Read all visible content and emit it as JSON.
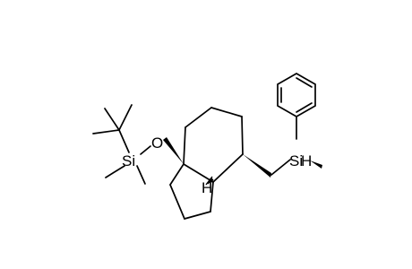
{
  "molecule": {
    "atoms": {
      "oxygen": "O",
      "tbs_silicon": "Si",
      "silyl_silicon": "Si",
      "silyl_hydrogen": "H",
      "ring_junction_hydrogen": "H"
    }
  },
  "colors": {
    "ink": "#000000",
    "background": "#ffffff"
  }
}
